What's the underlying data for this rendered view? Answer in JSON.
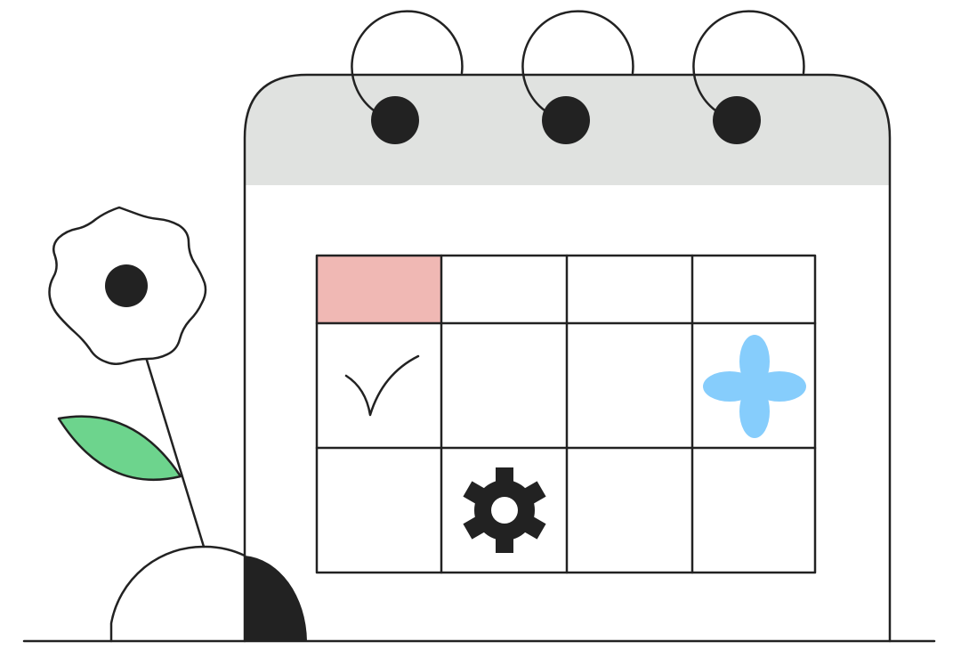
{
  "illustration": {
    "subject": "calendar",
    "icons": [
      "checkmark-icon",
      "gear-icon",
      "flower-icon"
    ],
    "colors": {
      "outline": "#222222",
      "calendar_header": "#e0e2e0",
      "highlighted_cell": "#f0b8b4",
      "leaf": "#6dd48d",
      "blue_flower": "#86cdfc",
      "background": "#ffffff"
    },
    "calendar": {
      "rings": 3,
      "grid_rows": 3,
      "grid_columns": 4,
      "highlighted_cell": {
        "row": 1,
        "column": 1
      },
      "cell_icons": [
        {
          "row": 2,
          "column": 1,
          "icon": "checkmark-icon"
        },
        {
          "row": 2,
          "column": 4,
          "icon": "flower-icon"
        },
        {
          "row": 3,
          "column": 2,
          "icon": "gear-icon"
        }
      ]
    }
  }
}
